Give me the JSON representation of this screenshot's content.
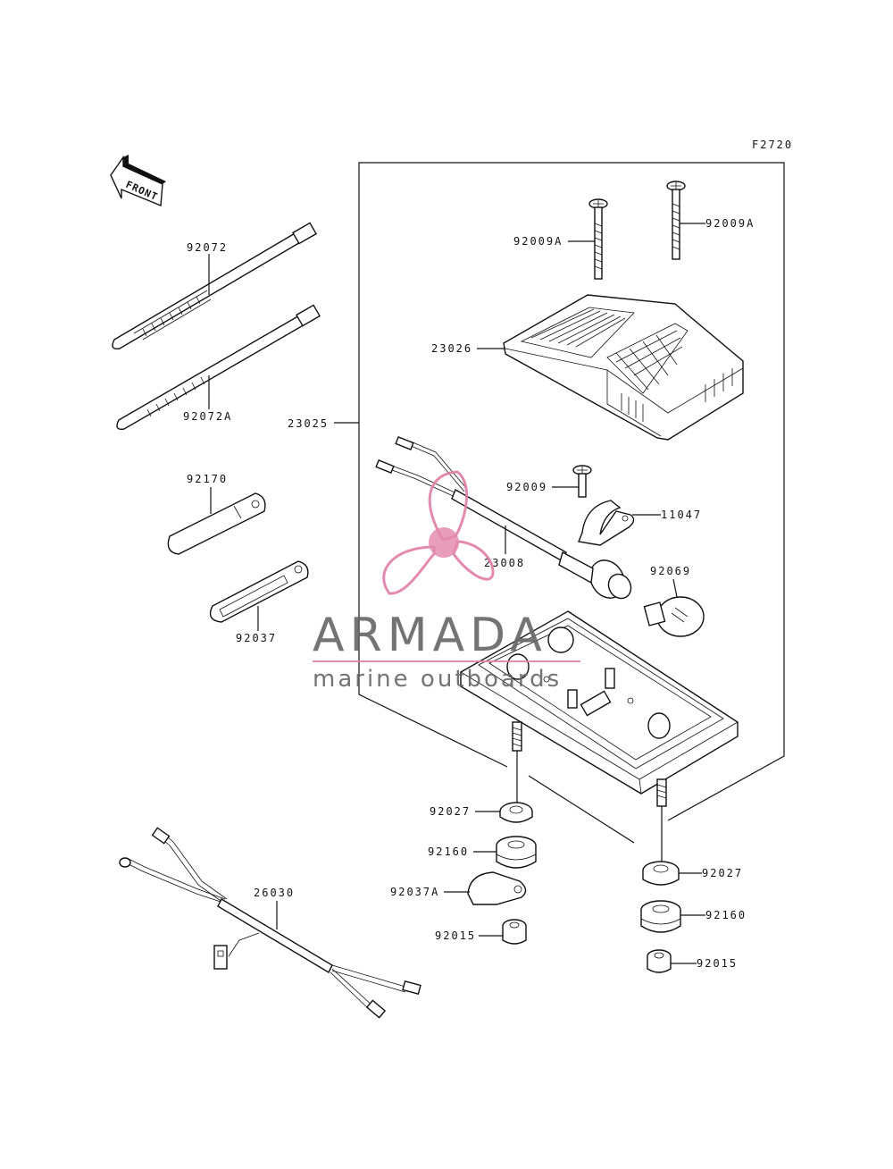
{
  "diagram": {
    "figure_code": "F2720",
    "front_marker": "FRONT",
    "parts": {
      "p92072": "92072",
      "p92072A": "92072A",
      "p92170": "92170",
      "p92037": "92037",
      "p26030": "26030",
      "p23025": "23025",
      "p92009A_left": "92009A",
      "p92009A_right": "92009A",
      "p23026": "23026",
      "p92009": "92009",
      "p11047": "11047",
      "p23008": "23008",
      "p92069": "92069",
      "p92027_left": "92027",
      "p92160_left": "92160",
      "p92037A": "92037A",
      "p92015_left": "92015",
      "p92027_right": "92027",
      "p92160_right": "92160",
      "p92015_right": "92015"
    }
  },
  "watermark": {
    "brand": "ARMADA",
    "tagline": "marine outboards",
    "color": "#e07fa6",
    "text_color": "#666666"
  }
}
